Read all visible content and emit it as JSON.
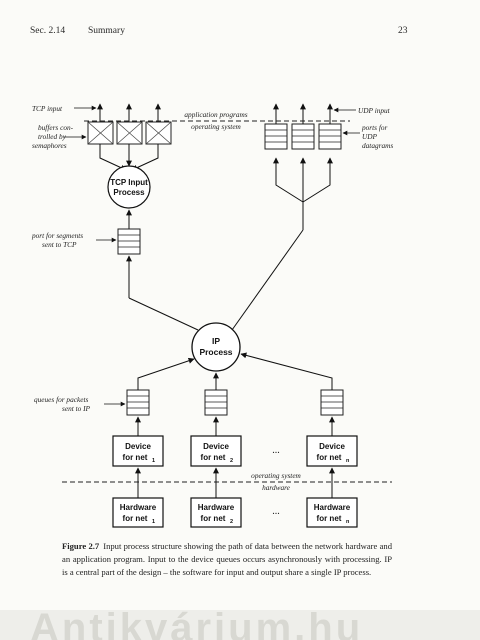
{
  "header": {
    "section": "Sec. 2.14",
    "title": "Summary",
    "page_number": "23"
  },
  "diagram": {
    "tcp_input": "TCP input",
    "udp_input": "UDP input",
    "buffers_label": [
      "buffers con-",
      "trolled by",
      "semaphores"
    ],
    "app_programs": "application programs",
    "operating_system_top": "operating system",
    "ports_label": [
      "ports for",
      "UDP",
      "datagrams"
    ],
    "tcp_process": [
      "TCP Input",
      "Process"
    ],
    "port_segments": [
      "port for segments",
      "sent to TCP"
    ],
    "ip_process": [
      "IP",
      "Process"
    ],
    "queues_label": [
      "queues for packets",
      "sent to IP"
    ],
    "device": "Device",
    "for_net": "for net",
    "subscripts": [
      "1",
      "2",
      "n"
    ],
    "ellipsis": "...",
    "operating_system_bottom": "operating system",
    "hardware_label": "hardware",
    "hardware": "Hardware"
  },
  "caption": {
    "label": "Figure 2.7",
    "text": "Input process structure showing the path of data between the network hardware and an application program. Input to the device queues occurs asynchronously with processing. IP is a central part of the design – the software for input and output share a single IP process."
  },
  "watermark": "Antikvárium.hu"
}
